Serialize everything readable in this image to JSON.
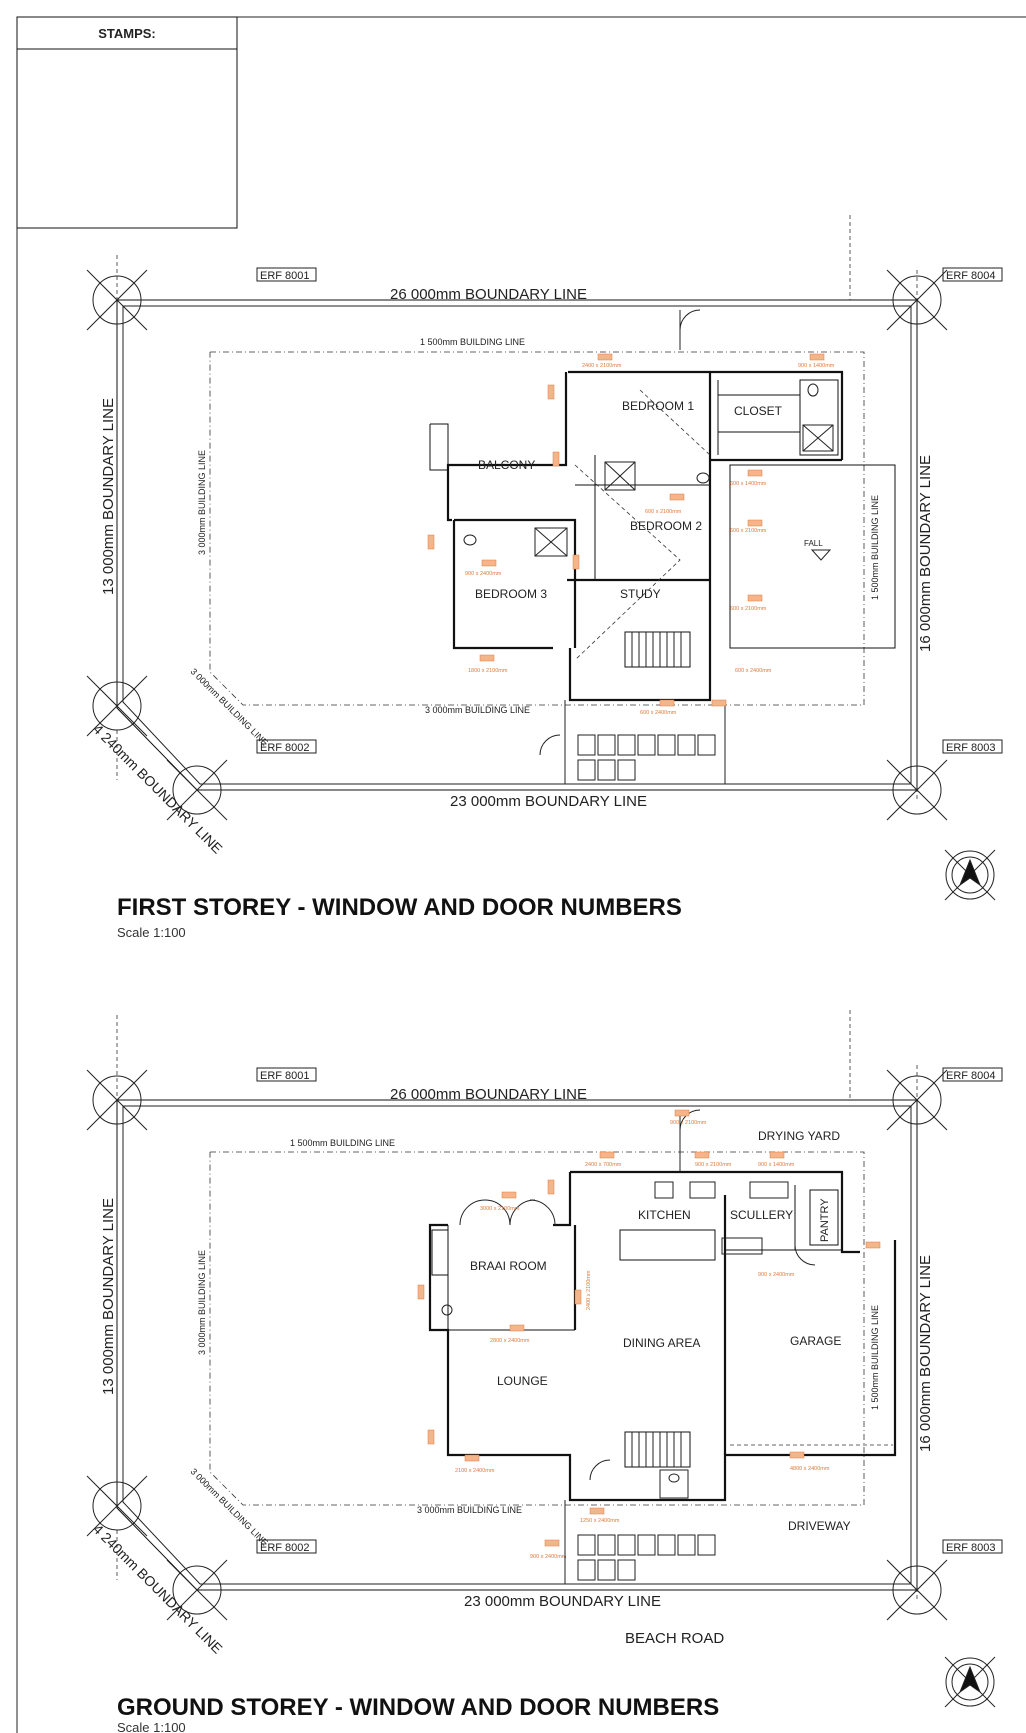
{
  "stamps_label": "STAMPS:",
  "first": {
    "title": "FIRST STOREY - WINDOW AND DOOR NUMBERS",
    "scale": "Scale 1:100",
    "erf_tl": "ERF 8001",
    "erf_tr": "ERF 8004",
    "erf_bl": "ERF 8002",
    "erf_br": "ERF 8003",
    "boundary_top": "26 000mm BOUNDARY LINE",
    "boundary_bottom": "23 000mm BOUNDARY LINE",
    "boundary_left": "13 000mm BOUNDARY LINE",
    "boundary_right": "16 000mm BOUNDARY LINE",
    "boundary_diag": "4 240mm BOUNDARY LINE",
    "building_top": "1 500mm BUILDING LINE",
    "building_bottom": "3 000mm BUILDING LINE",
    "building_left": "3 000mm BUILDING LINE",
    "building_right": "1 500mm BUILDING LINE",
    "building_diag": "3 000mm BUILDING LINE",
    "rooms": {
      "bedroom1": "BEDROOM 1",
      "closet": "CLOSET",
      "balcony": "BALCONY",
      "bedroom2": "BEDROOM 2",
      "bedroom3": "BEDROOM 3",
      "study": "STUDY",
      "fall": "FALL"
    }
  },
  "ground": {
    "title": "GROUND STOREY - WINDOW AND DOOR NUMBERS",
    "scale": "Scale 1:100",
    "erf_tl": "ERF 8001",
    "erf_tr": "ERF 8004",
    "erf_bl": "ERF 8002",
    "erf_br": "ERF 8003",
    "boundary_top": "26 000mm BOUNDARY LINE",
    "boundary_bottom": "23 000mm BOUNDARY LINE",
    "boundary_left": "13 000mm BOUNDARY LINE",
    "boundary_right": "16 000mm BOUNDARY LINE",
    "boundary_diag": "4 240mm BOUNDARY LINE",
    "building_top": "1 500mm BUILDING LINE",
    "building_bottom": "3 000mm BUILDING LINE",
    "building_left": "3 000mm BUILDING LINE",
    "building_right": "1 500mm BUILDING LINE",
    "building_diag": "3 000mm BUILDING LINE",
    "rooms": {
      "drying_yard": "DRYING YARD",
      "kitchen": "KITCHEN",
      "scullery": "SCULLERY",
      "pantry": "PANTRY",
      "braai_room": "BRAAI ROOM",
      "dining_area": "DINING AREA",
      "garage": "GARAGE",
      "lounge": "LOUNGE",
      "driveway": "DRIVEWAY",
      "beach_road": "BEACH ROAD"
    }
  },
  "colors": {
    "annotation": "#e07a3c",
    "line": "#111111"
  }
}
